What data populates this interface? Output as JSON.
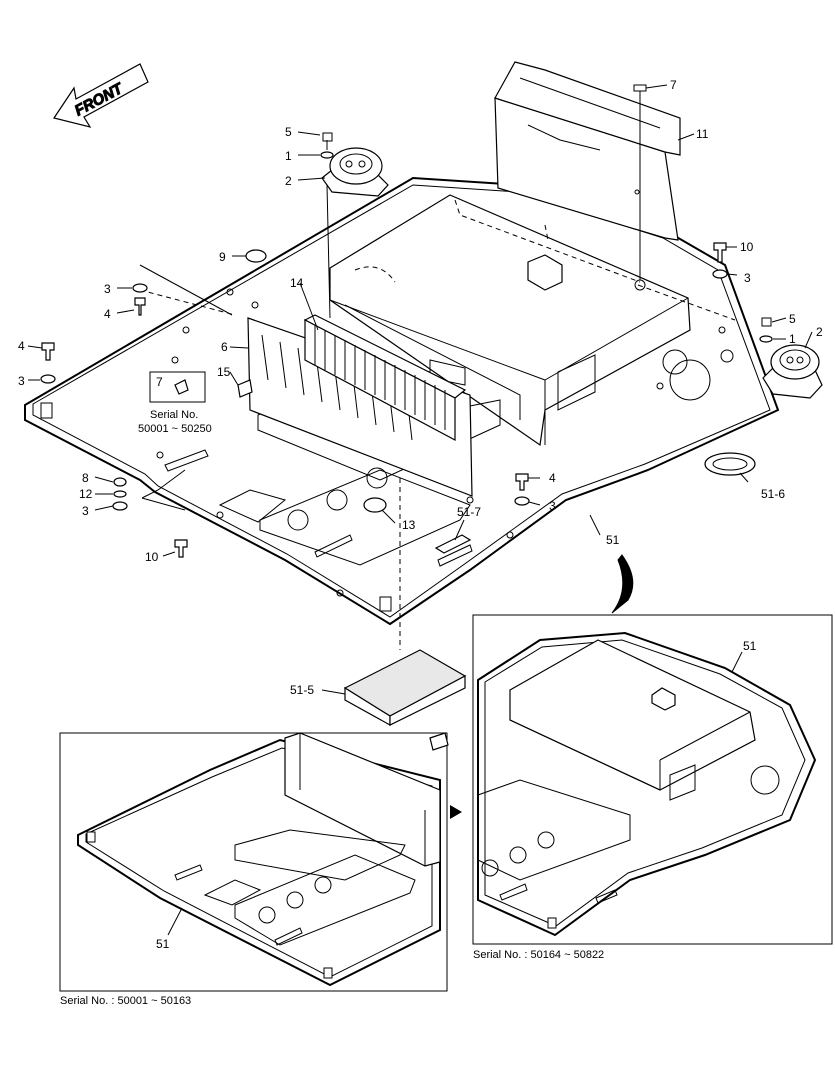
{
  "front_label": "FRONT",
  "parts": {
    "p5_a": "5",
    "p1_a": "1",
    "p2_a": "2",
    "p7_a": "7",
    "p11": "11",
    "p10_a": "10",
    "p3_a": "3",
    "p5_b": "5",
    "p1_b": "1",
    "p2_b": "2",
    "p9": "9",
    "p3_b": "3",
    "p4_a": "4",
    "p14": "14",
    "p4_b": "4",
    "p3_c": "3",
    "p6": "6",
    "p7_b": "7",
    "p15": "15",
    "p8": "8",
    "p12": "12",
    "p3_d": "3",
    "p10_b": "10",
    "p4_c": "4",
    "p3_e": "3",
    "p13": "13",
    "p51_7": "51-7",
    "p51": "51",
    "p51_6": "51-6",
    "p51_5": "51-5",
    "p51_inset_right": "51",
    "p51_inset_left": "51"
  },
  "serial_small": {
    "line1": "Serial No.",
    "line2": "50001 ~ 50250"
  },
  "inset_left_caption": "Serial No. : 50001 ~ 50163",
  "inset_right_caption": "Serial No. : 50164 ~ 50822"
}
